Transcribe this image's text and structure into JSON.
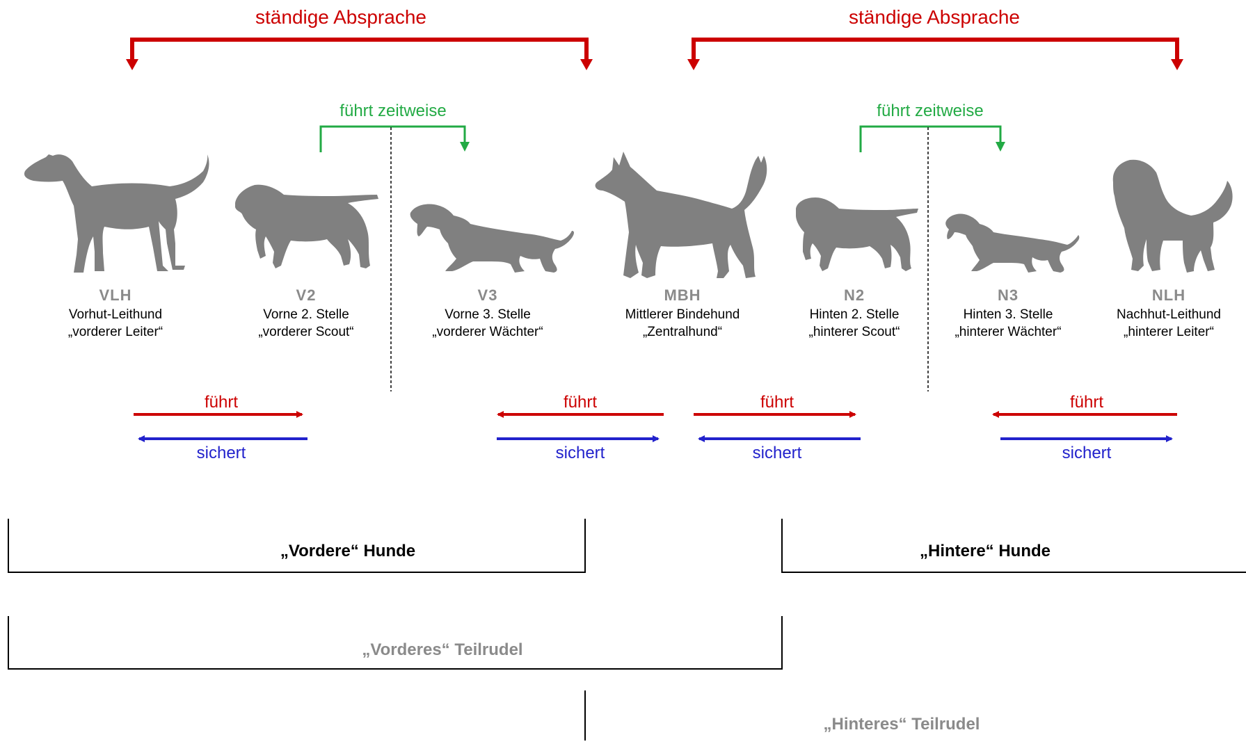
{
  "coordination": {
    "left_label": "ständige Absprache",
    "right_label": "ständige Absprache"
  },
  "temporary_lead": {
    "left_label": "führt zeitweise",
    "right_label": "führt zeitweise"
  },
  "dogs": [
    {
      "code": "VLH",
      "role": "Vorhut-Leithund",
      "nickname": "„vorderer Leiter“"
    },
    {
      "code": "V2",
      "role": "Vorne 2. Stelle",
      "nickname": "„vorderer Scout“"
    },
    {
      "code": "V3",
      "role": "Vorne 3. Stelle",
      "nickname": "„vorderer Wächter“"
    },
    {
      "code": "MBH",
      "role": "Mittlerer Bindehund",
      "nickname": "„Zentralhund“"
    },
    {
      "code": "N2",
      "role": "Hinten 2. Stelle",
      "nickname": "„hinterer Scout“"
    },
    {
      "code": "N3",
      "role": "Hinten 3. Stelle",
      "nickname": "„hinterer Wächter“"
    },
    {
      "code": "NLH",
      "role": "Nachhut-Leithund",
      "nickname": "„hinterer Leiter“"
    }
  ],
  "relations": [
    {
      "leads": "führt",
      "secures": "sichert"
    },
    {
      "leads": "führt",
      "secures": "sichert"
    },
    {
      "leads": "führt",
      "secures": "sichert"
    },
    {
      "leads": "führt",
      "secures": "sichert"
    }
  ],
  "groups": {
    "front_dogs": "„Vordere“ Hunde",
    "rear_dogs": "„Hintere“ Hunde",
    "front_subpack": "„Vorderes“ Teilrudel",
    "rear_subpack": "„Hinteres“ Teilrudel"
  },
  "colors": {
    "coordination": "#cc0000",
    "leads": "#cc0000",
    "secures": "#2222cc",
    "temporary_lead": "#22aa44",
    "silhouette": "#808080"
  }
}
